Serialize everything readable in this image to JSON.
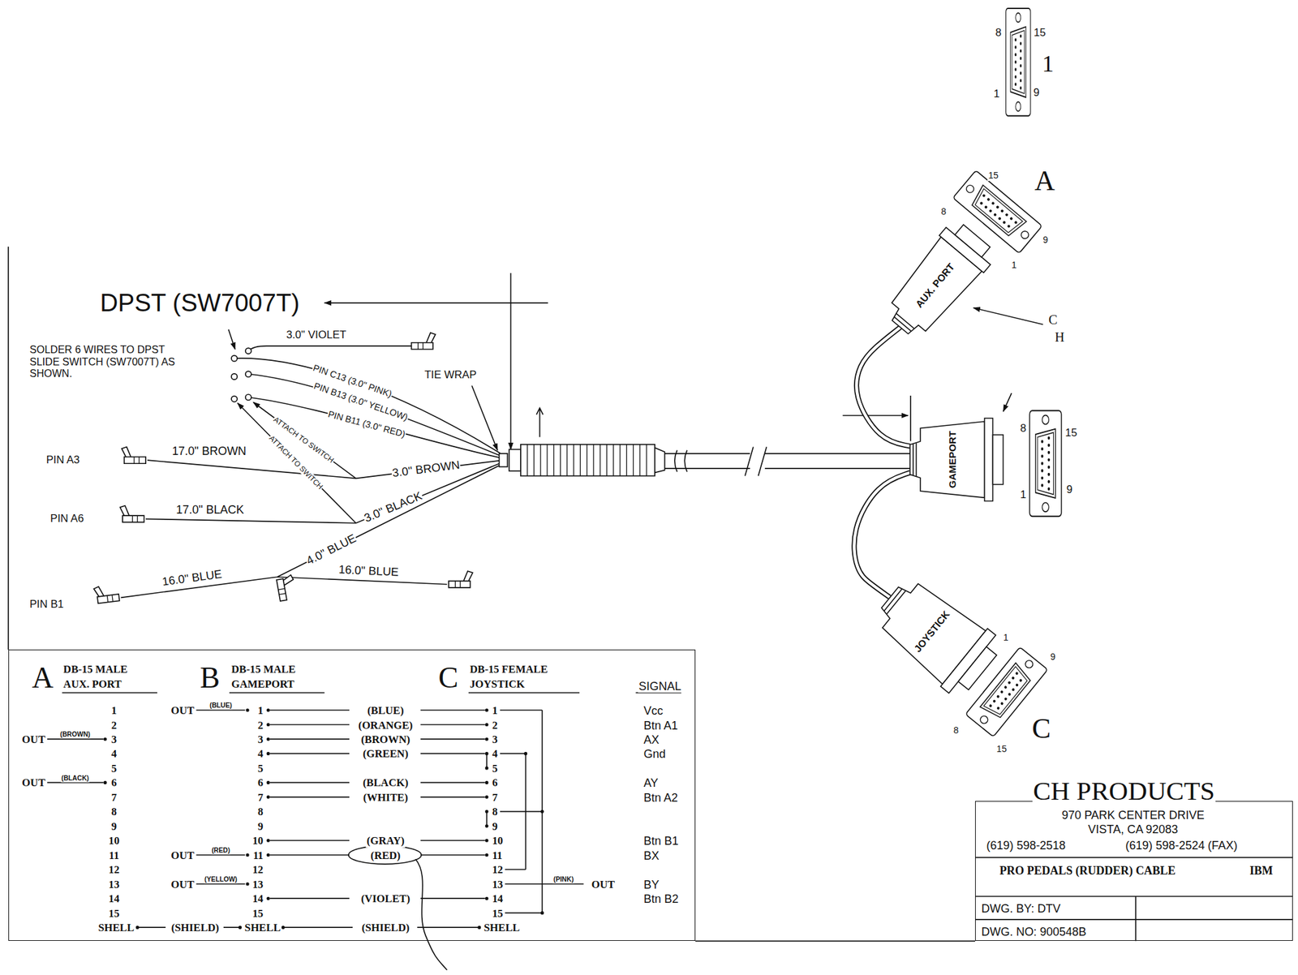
{
  "diagram": {
    "nodes": [
      {
        "text": [
          "AUX. PORT"
        ]
      },
      {
        "text": [
          "GAMEPORT"
        ]
      },
      {
        "text": [
          "JOYSTICK"
        ]
      },
      {
        "text": [
          "CH PRODUCTS",
          "970 PARK CENTER DRIVE",
          "VISTA, CA 92083",
          "(619) 598-2518",
          "(619) 598-2524 (FAX)",
          "PRO PEDALS (RUDDER) CABLE",
          "IBM",
          "DWG. BY: DTV",
          "DWG. NO: 900548B"
        ]
      },
      {
        "text": [
          "A",
          "DB-15 MALE",
          "AUX. PORT",
          "B",
          "DB-15 MALE",
          "GAMEPORT",
          "C",
          "DB-15 FEMALE",
          "JOYSTICK",
          "SIGNAL",
          "1",
          "2",
          "3",
          "4",
          "5",
          "6",
          "7",
          "8",
          "9",
          "10",
          "11",
          "12",
          "13",
          "14",
          "15",
          "SHELL",
          "1",
          "2",
          "3",
          "4",
          "5",
          "6",
          "7",
          "8",
          "9",
          "10",
          "11",
          "12",
          "13",
          "14",
          "15",
          "SHELL",
          "1",
          "2",
          "3",
          "4",
          "5",
          "6",
          "7",
          "8",
          "9",
          "10",
          "11",
          "12",
          "13",
          "14",
          "15",
          "SHELL",
          "(BLUE)",
          "(ORANGE)",
          "(BROWN)",
          "(GREEN)",
          "(BLACK)",
          "(WHITE)",
          "(GRAY)",
          "(RED)",
          "(VIOLET)",
          "(SHIELD)",
          "(SHIELD)",
          "Vcc",
          "Btn A1",
          "AX",
          "Gnd",
          "AY",
          "Btn A2",
          "Btn B1",
          "BX",
          "BY",
          "Btn B2",
          "OUT",
          "(BROWN)",
          "OUT",
          "(BLACK)",
          "OUT",
          "(BLUE)",
          "OUT",
          "(RED)",
          "OUT",
          "(YELLOW)",
          "(PINK)",
          "OUT"
        ]
      }
    ],
    "edges": [
      {
        "from": 1,
        "to": 0,
        "arrow": "none"
      },
      {
        "from": 1,
        "to": 2,
        "arrow": "none"
      }
    ],
    "labels": [
      "DPST (SW7007T)",
      "SOLDER 6 WIRES TO DPST SLIDE SWITCH (SW7007T) AS SHOWN.",
      "3.0\" VIOLET",
      "PIN C13 (3.0\" PINK)",
      "PIN B13 (3.0\" YELLOW)",
      "PIN B11 (3.0\" RED)",
      "TIE WRAP",
      "ATTACH TO SWITCH",
      "ATTACH TO SWITCH",
      "PIN A3",
      "17.0\" BROWN",
      "3.0\" BROWN",
      "PIN A6",
      "17.0\" BLACK",
      "3.0\" BLACK",
      "4.0\" BLUE",
      "PIN B1",
      "16.0\" BLUE",
      "16.0\" BLUE",
      "8",
      "15",
      "1",
      "1",
      "9",
      "A",
      "15",
      "8",
      "9",
      "1",
      "C",
      "H",
      "8",
      "15",
      "1",
      "9",
      "1",
      "9",
      "8",
      "15",
      "C"
    ]
  }
}
